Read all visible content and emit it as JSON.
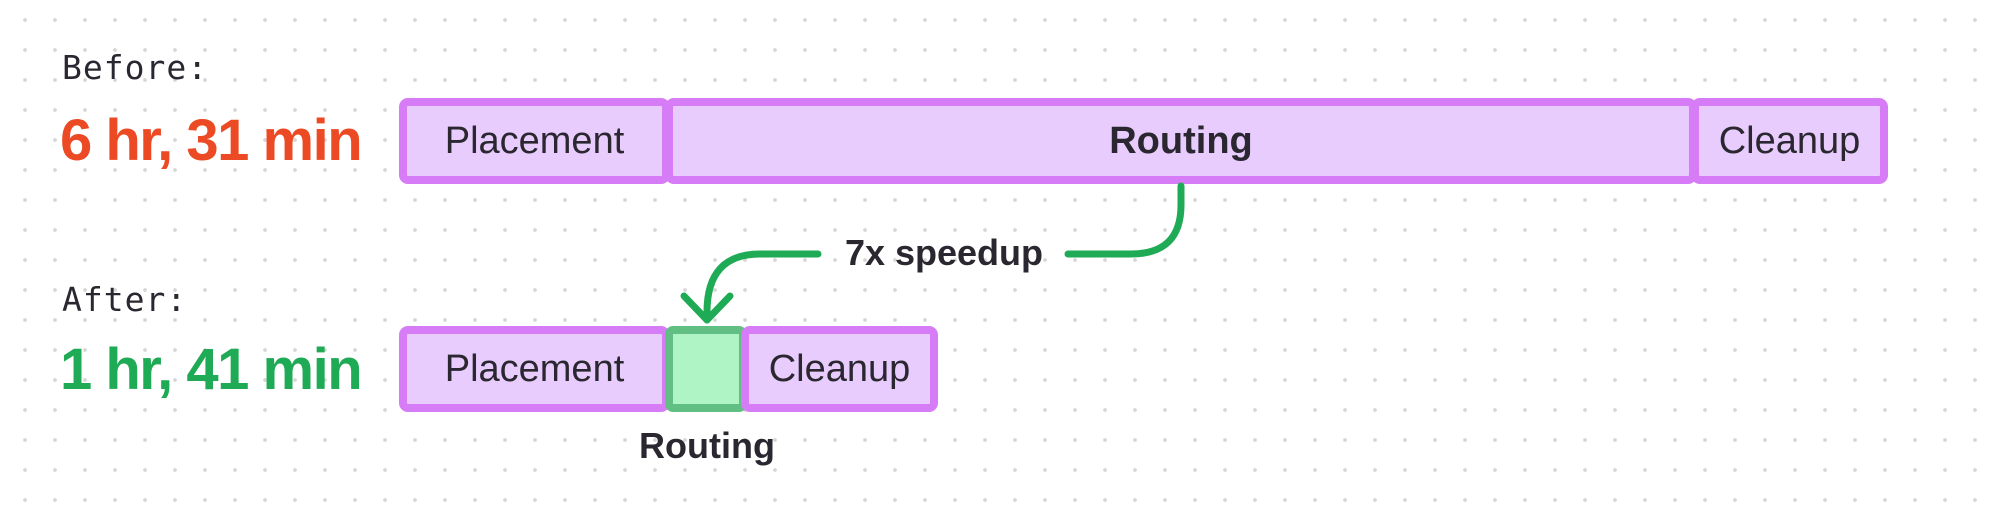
{
  "before": {
    "label": "Before:",
    "time": "6 hr, 31 min",
    "segments": {
      "placement": "Placement",
      "routing": "Routing",
      "cleanup": "Cleanup"
    }
  },
  "after": {
    "label": "After:",
    "time": "1 hr, 41 min",
    "segments": {
      "placement": "Placement",
      "routing": "",
      "cleanup": "Cleanup"
    },
    "routing_caption": "Routing"
  },
  "annotation": {
    "speedup": "7x speedup"
  },
  "colors": {
    "before_time": "#ec4a24",
    "after_time": "#1faa55",
    "segment_fill": "#e7ccfd",
    "segment_border": "#d57cf6",
    "routing_after_fill": "#aef4c4",
    "routing_after_border": "#62bf83",
    "arrow": "#1faa55"
  }
}
